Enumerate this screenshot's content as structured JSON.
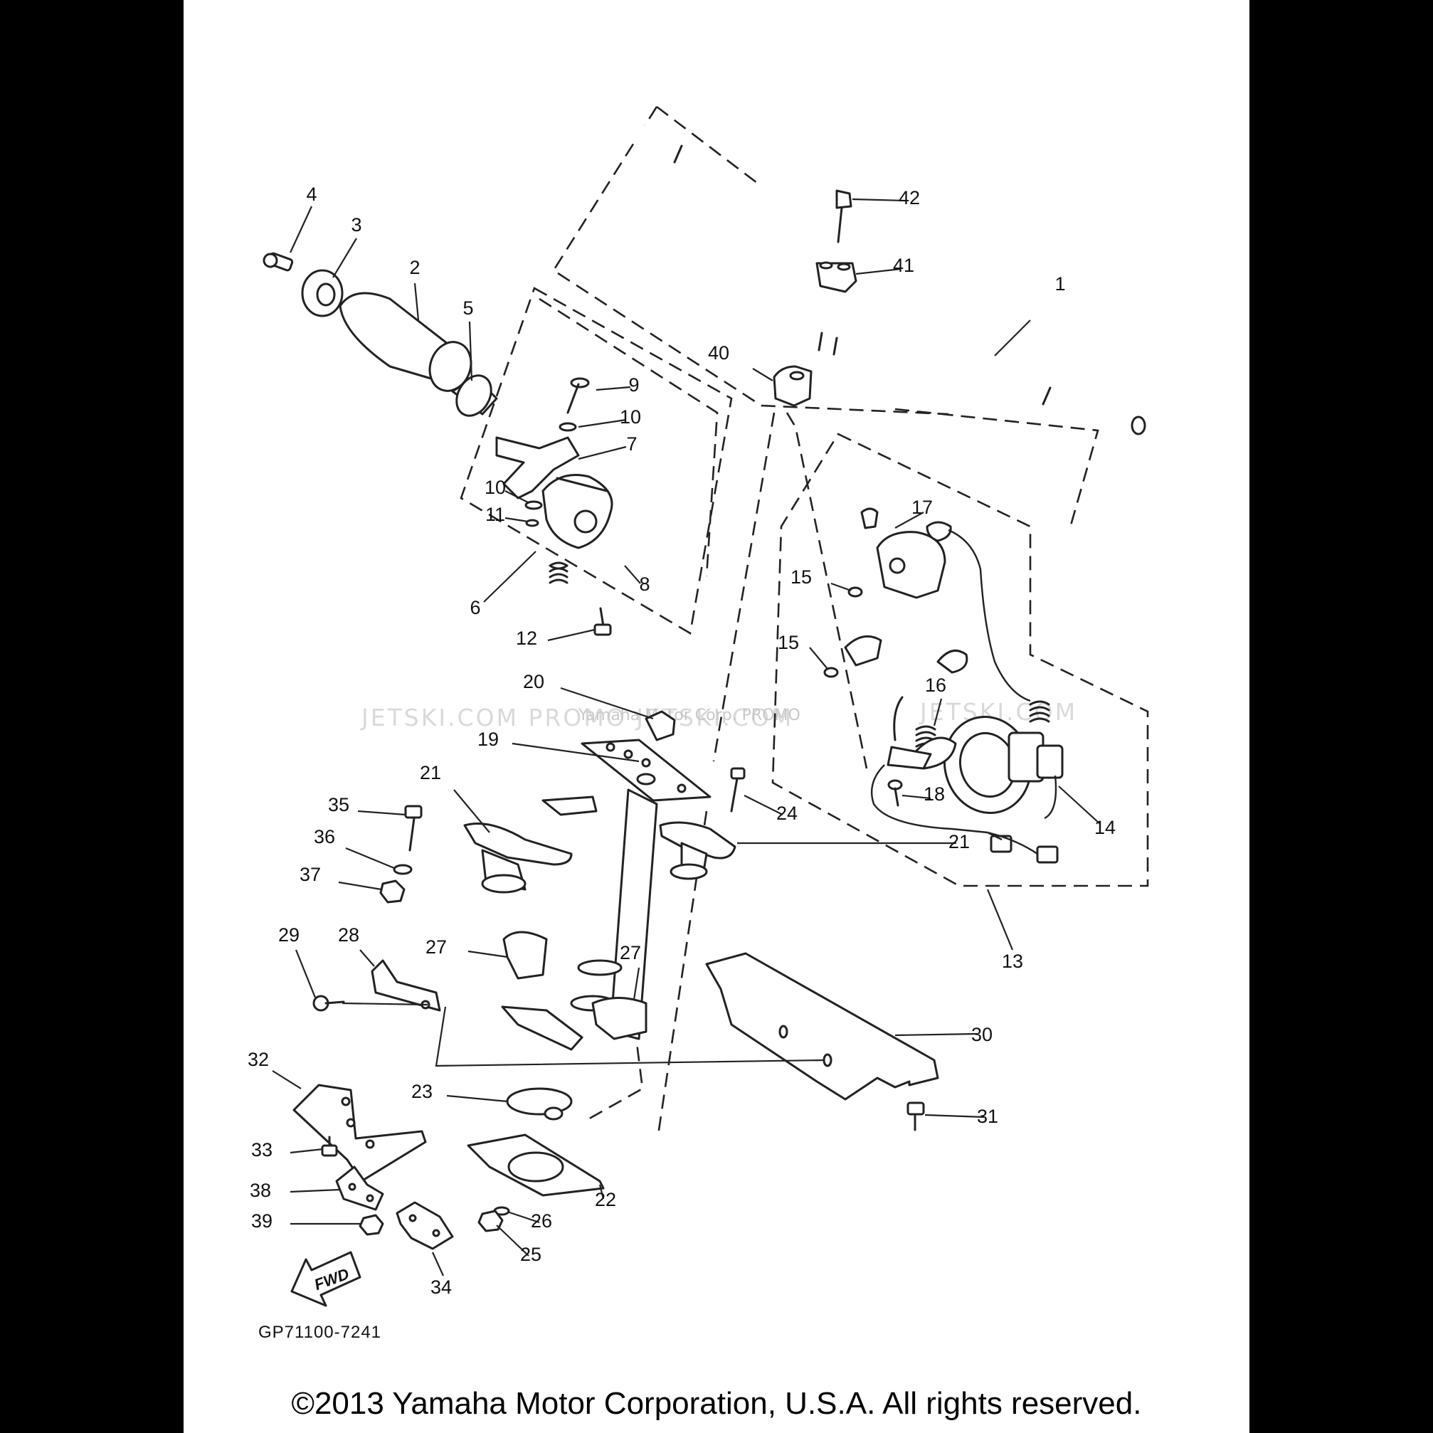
{
  "diagram": {
    "callouts": [
      {
        "label": "1"
      },
      {
        "label": "2"
      },
      {
        "label": "3"
      },
      {
        "label": "4"
      },
      {
        "label": "5"
      },
      {
        "label": "6"
      },
      {
        "label": "7"
      },
      {
        "label": "8"
      },
      {
        "label": "9"
      },
      {
        "label": "10"
      },
      {
        "label": "10"
      },
      {
        "label": "11"
      },
      {
        "label": "12"
      },
      {
        "label": "13"
      },
      {
        "label": "14"
      },
      {
        "label": "15"
      },
      {
        "label": "15"
      },
      {
        "label": "16"
      },
      {
        "label": "17"
      },
      {
        "label": "18"
      },
      {
        "label": "19"
      },
      {
        "label": "20"
      },
      {
        "label": "21"
      },
      {
        "label": "21"
      },
      {
        "label": "22"
      },
      {
        "label": "23"
      },
      {
        "label": "24"
      },
      {
        "label": "25"
      },
      {
        "label": "26"
      },
      {
        "label": "27"
      },
      {
        "label": "27"
      },
      {
        "label": "28"
      },
      {
        "label": "29"
      },
      {
        "label": "30"
      },
      {
        "label": "31"
      },
      {
        "label": "32"
      },
      {
        "label": "33"
      },
      {
        "label": "34"
      },
      {
        "label": "35"
      },
      {
        "label": "36"
      },
      {
        "label": "37"
      },
      {
        "label": "38"
      },
      {
        "label": "39"
      },
      {
        "label": "40"
      },
      {
        "label": "41"
      },
      {
        "label": "42"
      }
    ],
    "fwd_label": "FWD",
    "reference_code": "GP71100-7241",
    "watermark_left": "JETSKI.COM  PROMO JETSKI.COM",
    "watermark_center": "Yamaha Motor Corp. PROMO",
    "watermark_right": "JETSKI.COM",
    "copyright": "©2013 Yamaha Motor Corporation, U.S.A. All rights reserved."
  }
}
